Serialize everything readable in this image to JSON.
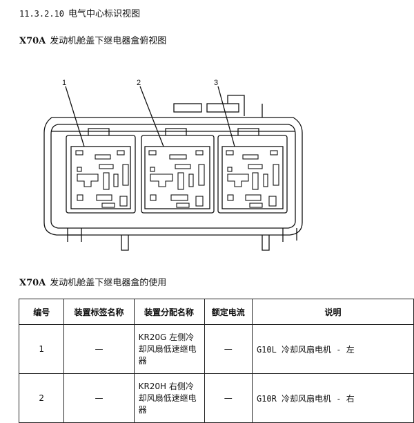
{
  "heading": {
    "number": "11.3.2.10",
    "text": "电气中心标识视图"
  },
  "figure": {
    "code": "X70A",
    "title": "发动机舱盖下继电器盒俯视图",
    "callouts": [
      "1",
      "2",
      "3"
    ]
  },
  "table_section": {
    "code": "X70A",
    "title": "发动机舱盖下继电器盒的使用"
  },
  "table": {
    "headers": [
      "编号",
      "装置标签名称",
      "装置分配名称",
      "额定电流",
      "说明"
    ],
    "rows": [
      {
        "num": "1",
        "label": "—",
        "assign": "KR20G 左侧冷却风扇低速继电器",
        "current": "—",
        "desc": "G10L 冷却风扇电机 - 左"
      },
      {
        "num": "2",
        "label": "—",
        "assign": "KR20H 右侧冷却风扇低速继电器",
        "current": "—",
        "desc": "G10R 冷却风扇电机 - 右"
      }
    ]
  }
}
